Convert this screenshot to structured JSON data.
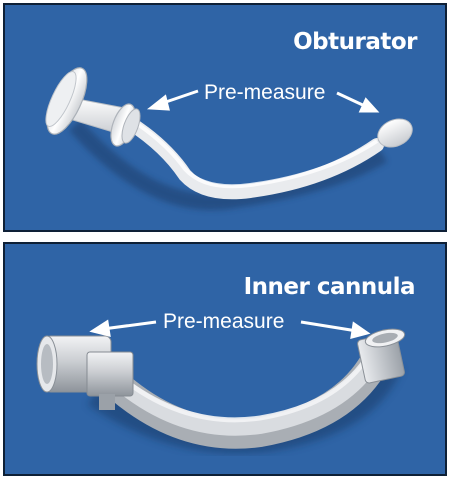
{
  "panels": [
    {
      "title": "Obturator",
      "label": "Pre-measure"
    },
    {
      "title": "Inner cannula",
      "label": "Pre-measure"
    }
  ],
  "colors": {
    "background": "#2f64a6",
    "border": "#0e2036",
    "text": "#ffffff"
  }
}
